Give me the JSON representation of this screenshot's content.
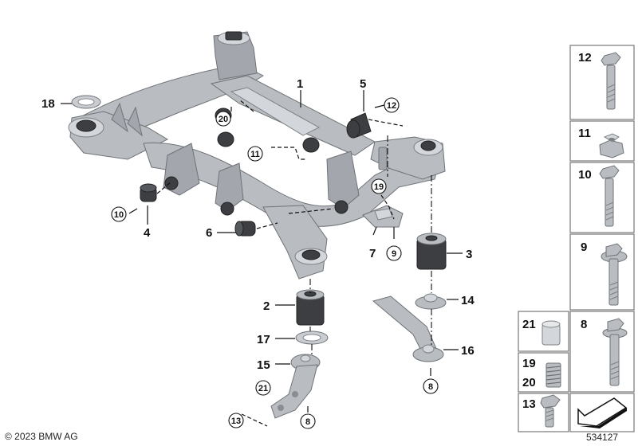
{
  "callouts": {
    "c1": "1",
    "c2": "2",
    "c3": "3",
    "c4": "4",
    "c5": "5",
    "c6": "6",
    "c7": "7",
    "c8a": "8",
    "c8b": "8",
    "c8c": "8",
    "c9a": "9",
    "c9b": "9",
    "c10a": "10",
    "c10b": "10",
    "c11a": "11",
    "c11b": "11",
    "c12a": "12",
    "c12b": "12",
    "c13a": "13",
    "c13b": "13",
    "c14": "14",
    "c15": "15",
    "c16": "16",
    "c17": "17",
    "c18": "18",
    "c19a": "19",
    "c19b": "19",
    "c20a": "20",
    "c20b": "20",
    "c21a": "21",
    "c21b": "21"
  },
  "footer": {
    "copyright": "© 2023 BMW AG",
    "doc_number": "534127"
  },
  "colors": {
    "metal": "#b9bcc1",
    "rubber": "#3c3e42",
    "lines": "#111111",
    "box_border": "#777777"
  }
}
